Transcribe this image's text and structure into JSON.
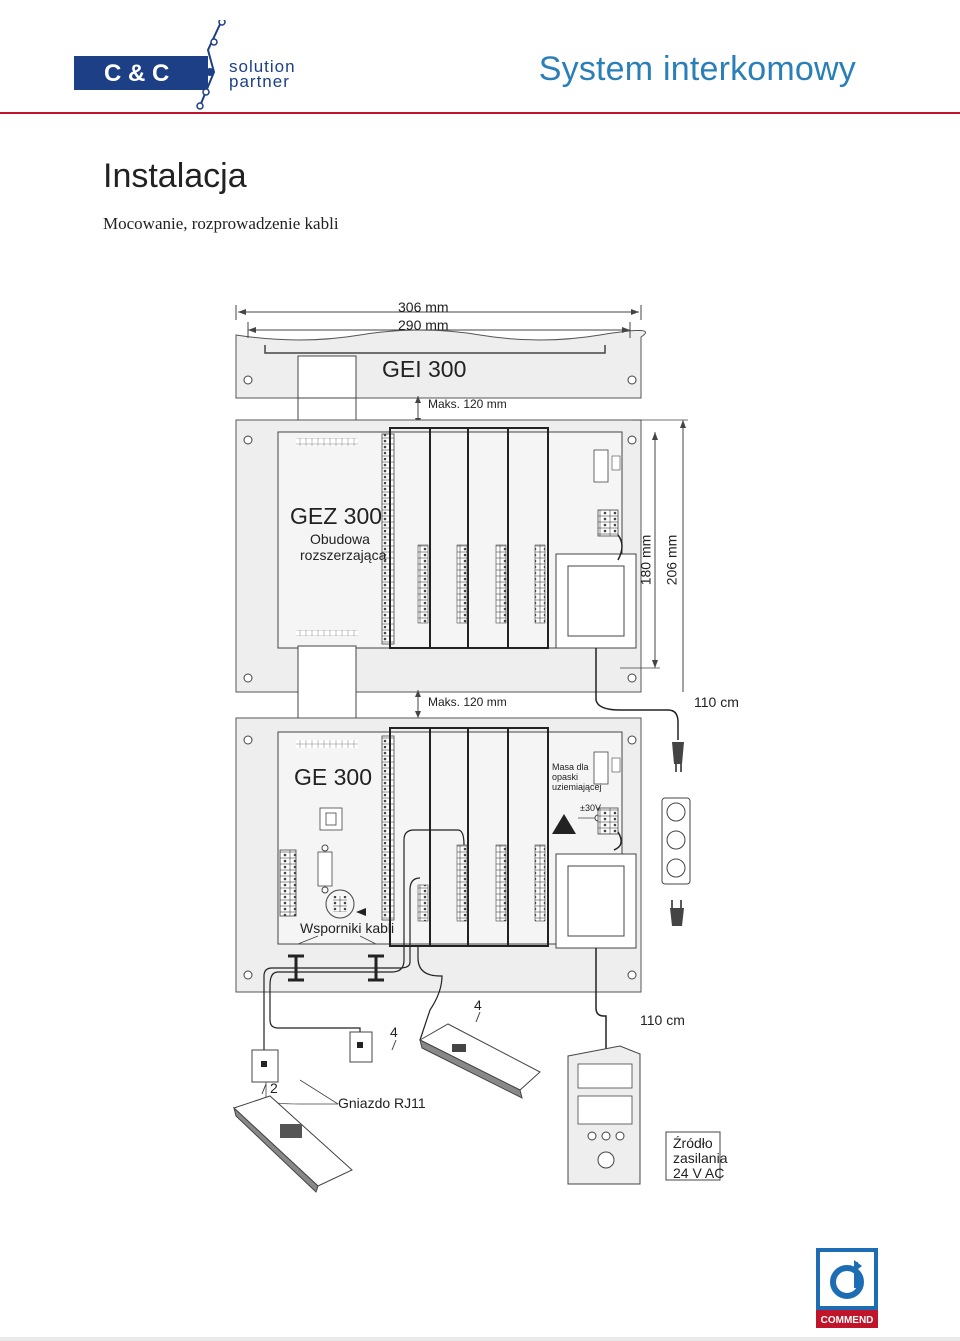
{
  "header": {
    "logo_text_main": "C & C",
    "logo_text_solution": "solution",
    "logo_text_partner": "partner",
    "title": "System interkomowy",
    "accent_color": "#c0142a",
    "title_color": "#2a7fb8"
  },
  "page": {
    "heading": "Instalacja",
    "subheading": "Mocowanie, rozprowadzenie kabli"
  },
  "diagram": {
    "dim_306": "306 mm",
    "dim_290": "290 mm",
    "gei_title": "GEI 300",
    "max_top": "Maks. 120 mm",
    "gez_title": "GEZ 300",
    "gez_desc_1": "Obudowa",
    "gez_desc_2": "rozszerzająca",
    "dim_180": "180 mm",
    "dim_206": "206 mm",
    "max_mid": "Maks. 120 mm",
    "cable_110_top": "110 cm",
    "ge_title": "GE 300",
    "mass_1": "Masa dla",
    "mass_2": "opaski",
    "mass_3": "uziemiającej",
    "voltage": "±30V",
    "brackets": "Wsporniki kabli",
    "wire_4_right": "4",
    "cable_110_bottom": "110 cm",
    "wire_4_left": "4",
    "wire_2": "2",
    "rj11": "Gniazdo RJ11",
    "psu_1": "Źródło",
    "psu_2": "zasilania",
    "psu_3": "24 V AC"
  },
  "footer": {
    "brand": "COMMEND",
    "brand_color": "#1c6db3"
  }
}
